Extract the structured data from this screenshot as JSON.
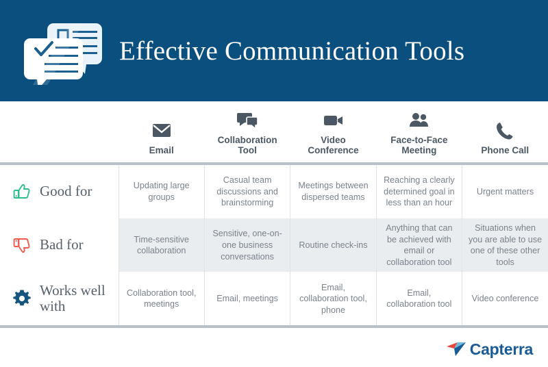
{
  "header": {
    "title": "Effective Communication Tools",
    "icon": "speech-bubbles-checklist-icon",
    "background_color": "#0b4f7f",
    "title_color": "#ffffff"
  },
  "table": {
    "columns": [
      {
        "label": "Email",
        "icon": "envelope-icon"
      },
      {
        "label": "Collaboration Tool",
        "icon": "chat-bubbles-icon"
      },
      {
        "label": "Video Conference",
        "icon": "video-camera-icon"
      },
      {
        "label": "Face-to-Face Meeting",
        "icon": "people-icon"
      },
      {
        "label": "Phone Call",
        "icon": "phone-icon"
      }
    ],
    "rows": [
      {
        "label": "Good for",
        "icon": "thumbs-up-icon",
        "icon_color": "#2bbd8c",
        "shaded": false,
        "cells": [
          "Updating large groups",
          "Casual team discussions and brainstorming",
          "Meetings between dispersed teams",
          "Reaching a clearly determined goal in less than an hour",
          "Urgent matters"
        ]
      },
      {
        "label": "Bad for",
        "icon": "thumbs-down-icon",
        "icon_color": "#ef5b4c",
        "shaded": true,
        "cells": [
          "Time-sensitive collaboration",
          "Sensitive, one-on-one business conversations",
          "Routine check-ins",
          "Anything that can be achieved with email or collaboration tool",
          "Situations when you are able to use one of these other tools"
        ]
      },
      {
        "label": "Works well with",
        "icon": "gear-icon",
        "icon_color": "#15557f",
        "shaded": false,
        "cells": [
          "Collaboration tool, meetings",
          "Email, meetings",
          "Email, collaboration tool, phone",
          "Email, collaboration tool",
          "Video conference"
        ]
      }
    ],
    "divider_color": "#b8bfc8",
    "shaded_row_color": "#e9edef",
    "cell_text_color": "#7b828b"
  },
  "footer": {
    "logo_text": "Capterra",
    "logo_mark": "capterra-arrow-logo-icon",
    "logo_text_color": "#1a5b96",
    "logo_mark_colors": [
      "#e8473f",
      "#6fb9e0",
      "#1a5b96"
    ]
  }
}
